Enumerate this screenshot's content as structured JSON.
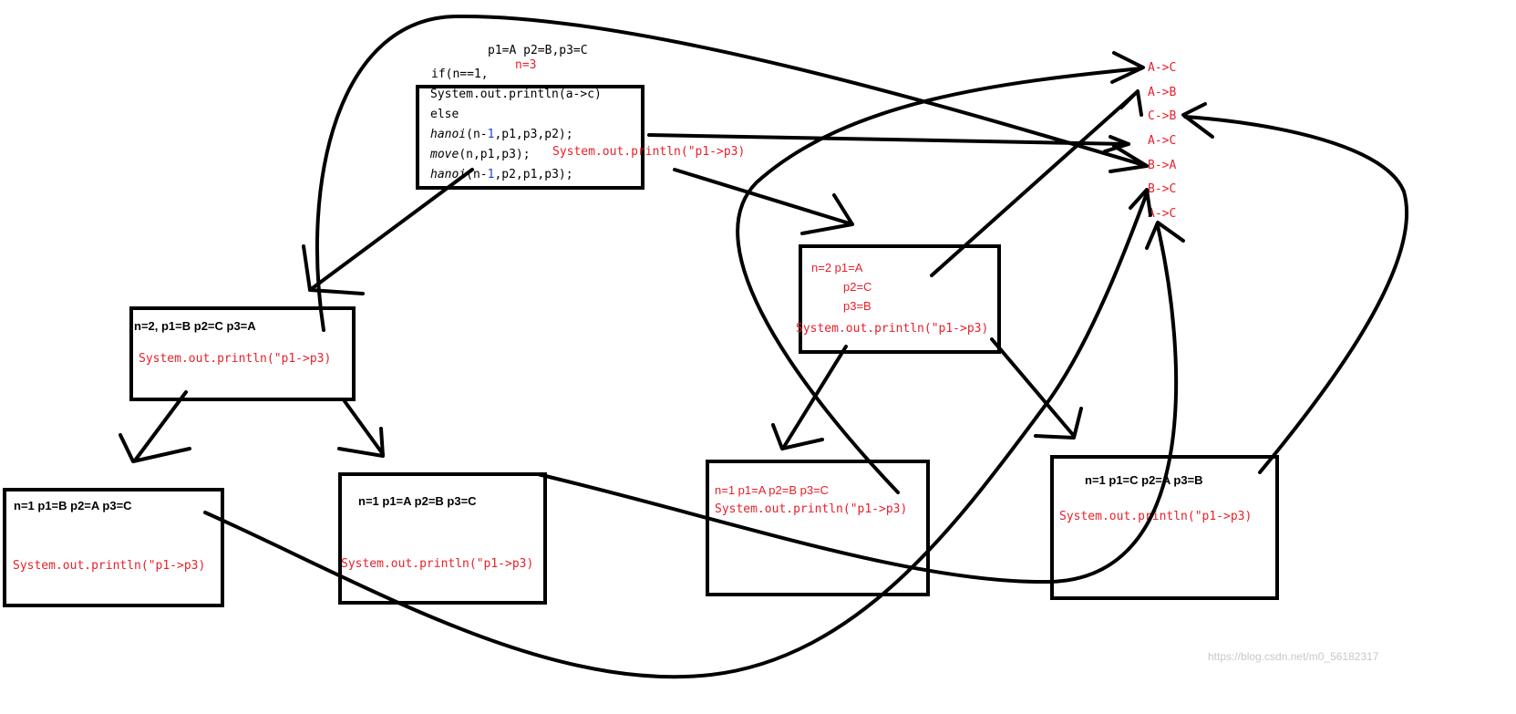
{
  "code": {
    "params": "p1=A p2=B,p3=C",
    "n_label": "n=3",
    "lines": {
      "if_line": "if(n==1,",
      "println": "System.out.println(a->c)",
      "else": "else",
      "hanoi1_fn": "hanoi",
      "hanoi1_pre": "(n-",
      "hanoi1_one": "1",
      "hanoi1_post": ",p1,p3,p2);",
      "move_fn": "move",
      "move_args": "(n,p1,p3);",
      "hanoi2_fn": "hanoi",
      "hanoi2_pre": "(n-",
      "hanoi2_one": "1",
      "hanoi2_post": ",p2,p1,p3);"
    },
    "side_println": "System.out.println(\"p1->p3)"
  },
  "nodes": {
    "left_n2": {
      "label": "n=2, p1=B p2=C p3=A",
      "println": "System.out.println(\"p1->p3)"
    },
    "right_n2": {
      "l1": "n=2 p1=A",
      "l2": "p2=C",
      "l3": "p3=B",
      "println": "System.out.println(\"p1->p3)"
    },
    "leaf1": {
      "label": "n=1 p1=B p2=A p3=C",
      "println": "System.out.println(\"p1->p3)"
    },
    "leaf2": {
      "label": "n=1 p1=A p2=B p3=C",
      "println": "System.out.println(\"p1->p3)"
    },
    "leaf3": {
      "label": "n=1 p1=A p2=B p3=C",
      "println": "System.out.println(\"p1->p3)"
    },
    "leaf4": {
      "label": "n=1 p1=C p2=A p3=B",
      "println": "System.out.println(\"p1->p3)"
    }
  },
  "output": [
    "A->C",
    "A->B",
    "C->B",
    "A->C",
    "B->A",
    "B->C",
    "A->C"
  ],
  "watermark": "https://blog.csdn.net/m0_56182317",
  "colors": {
    "ink": "#000000",
    "red": "#e8202a",
    "blue": "#1f3fd8",
    "watermark": "#c8c8c8"
  }
}
